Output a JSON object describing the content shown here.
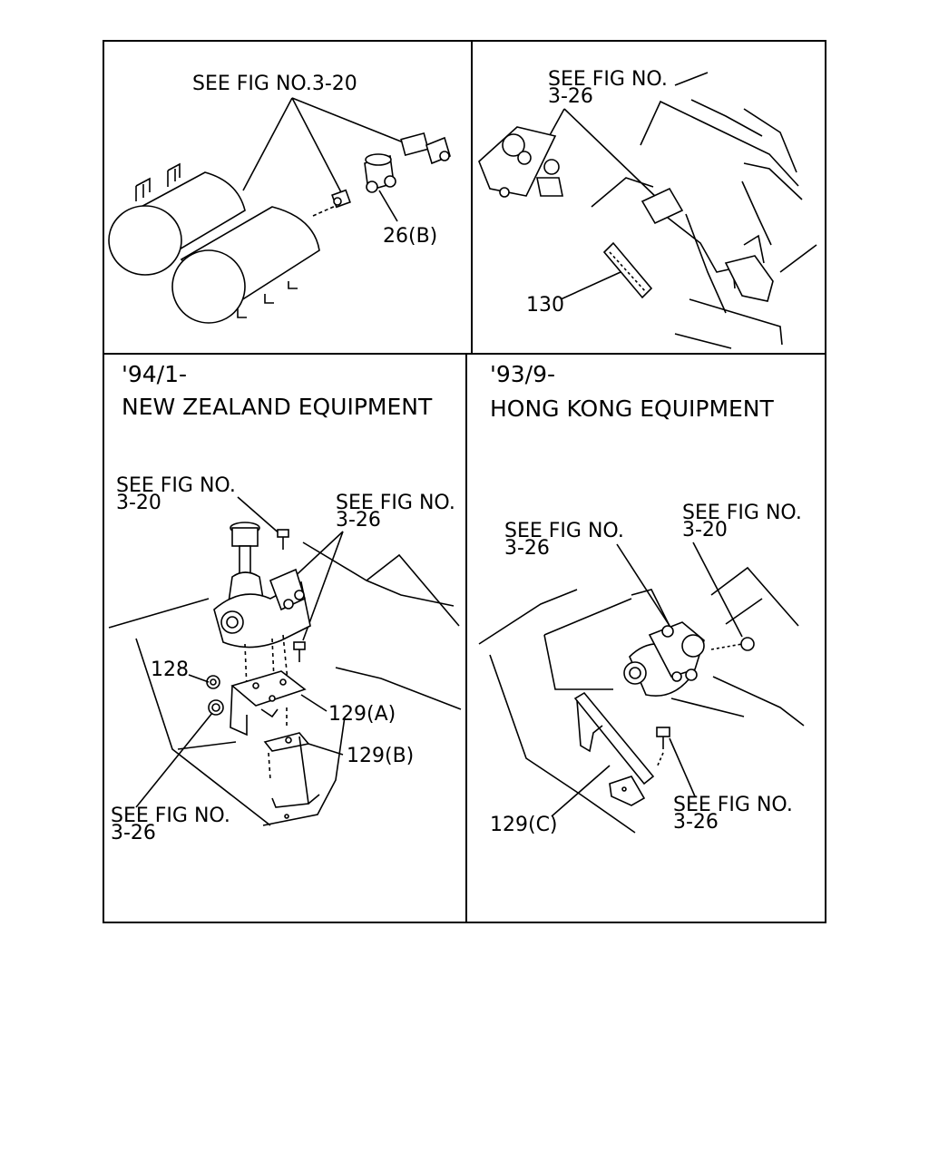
{
  "panels": {
    "top_left": {
      "callout_main": "SEE FIG NO.3-20",
      "part_26b": "26(B)"
    },
    "top_right": {
      "callout_line1": "SEE FIG NO.",
      "callout_line2": "3-26",
      "part_130": "130"
    },
    "bottom_left": {
      "date": "'94/1-",
      "title": "NEW ZEALAND EQUIPMENT",
      "callout_a_line1": "SEE FIG NO.",
      "callout_a_line2": "3-20",
      "callout_b_line1": "SEE FIG NO.",
      "callout_b_line2": "3-26",
      "callout_c_line1": "SEE FIG NO.",
      "callout_c_line2": "3-26",
      "part_128": "128",
      "part_129a": "129(A)",
      "part_129b": "129(B)"
    },
    "bottom_right": {
      "date": "'93/9-",
      "title": "HONG KONG EQUIPMENT",
      "callout_a_line1": "SEE FIG NO.",
      "callout_a_line2": "3-26",
      "callout_b_line1": "SEE FIG NO.",
      "callout_b_line2": "3-20",
      "callout_c_line1": "SEE FIG NO.",
      "callout_c_line2": "3-26",
      "part_129c": "129(C)"
    }
  }
}
